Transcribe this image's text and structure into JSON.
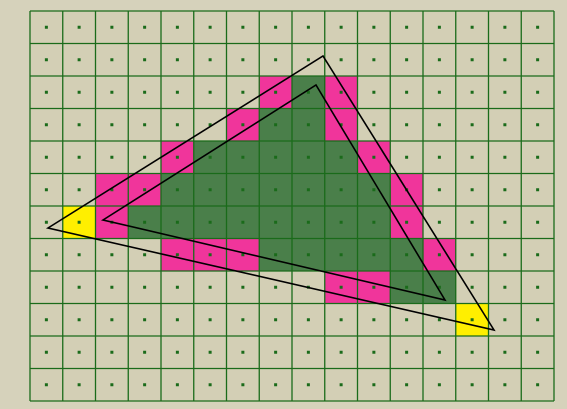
{
  "grid": {
    "cols": 16,
    "rows": 12,
    "colors": {
      "background": "#d6d2bb",
      "cell": "#d3cfb5",
      "grid_line": "#1a6b1a",
      "center_dot": "#1a6b1a",
      "interior": "#4a7f4a",
      "boundary": "#f0359b",
      "corner": "#ffef00",
      "outline": "#000000"
    },
    "cells": [
      {
        "col": 7,
        "row": 2,
        "state": "boundary"
      },
      {
        "col": 8,
        "row": 2,
        "state": "interior"
      },
      {
        "col": 9,
        "row": 2,
        "state": "boundary"
      },
      {
        "col": 6,
        "row": 3,
        "state": "boundary"
      },
      {
        "col": 7,
        "row": 3,
        "state": "interior"
      },
      {
        "col": 8,
        "row": 3,
        "state": "interior"
      },
      {
        "col": 9,
        "row": 3,
        "state": "boundary"
      },
      {
        "col": 4,
        "row": 4,
        "state": "boundary"
      },
      {
        "col": 5,
        "row": 4,
        "state": "interior"
      },
      {
        "col": 6,
        "row": 4,
        "state": "interior"
      },
      {
        "col": 7,
        "row": 4,
        "state": "interior"
      },
      {
        "col": 8,
        "row": 4,
        "state": "interior"
      },
      {
        "col": 9,
        "row": 4,
        "state": "interior"
      },
      {
        "col": 10,
        "row": 4,
        "state": "boundary"
      },
      {
        "col": 2,
        "row": 5,
        "state": "boundary"
      },
      {
        "col": 3,
        "row": 5,
        "state": "boundary"
      },
      {
        "col": 4,
        "row": 5,
        "state": "interior"
      },
      {
        "col": 5,
        "row": 5,
        "state": "interior"
      },
      {
        "col": 6,
        "row": 5,
        "state": "interior"
      },
      {
        "col": 7,
        "row": 5,
        "state": "interior"
      },
      {
        "col": 8,
        "row": 5,
        "state": "interior"
      },
      {
        "col": 9,
        "row": 5,
        "state": "interior"
      },
      {
        "col": 10,
        "row": 5,
        "state": "interior"
      },
      {
        "col": 11,
        "row": 5,
        "state": "boundary"
      },
      {
        "col": 1,
        "row": 6,
        "state": "corner"
      },
      {
        "col": 2,
        "row": 6,
        "state": "boundary"
      },
      {
        "col": 3,
        "row": 6,
        "state": "interior"
      },
      {
        "col": 4,
        "row": 6,
        "state": "interior"
      },
      {
        "col": 5,
        "row": 6,
        "state": "interior"
      },
      {
        "col": 6,
        "row": 6,
        "state": "interior"
      },
      {
        "col": 7,
        "row": 6,
        "state": "interior"
      },
      {
        "col": 8,
        "row": 6,
        "state": "interior"
      },
      {
        "col": 9,
        "row": 6,
        "state": "interior"
      },
      {
        "col": 10,
        "row": 6,
        "state": "interior"
      },
      {
        "col": 11,
        "row": 6,
        "state": "boundary"
      },
      {
        "col": 4,
        "row": 7,
        "state": "boundary"
      },
      {
        "col": 5,
        "row": 7,
        "state": "boundary"
      },
      {
        "col": 6,
        "row": 7,
        "state": "boundary"
      },
      {
        "col": 7,
        "row": 7,
        "state": "interior"
      },
      {
        "col": 8,
        "row": 7,
        "state": "interior"
      },
      {
        "col": 9,
        "row": 7,
        "state": "interior"
      },
      {
        "col": 10,
        "row": 7,
        "state": "interior"
      },
      {
        "col": 11,
        "row": 7,
        "state": "interior"
      },
      {
        "col": 12,
        "row": 7,
        "state": "boundary"
      },
      {
        "col": 9,
        "row": 8,
        "state": "boundary"
      },
      {
        "col": 10,
        "row": 8,
        "state": "boundary"
      },
      {
        "col": 11,
        "row": 8,
        "state": "interior"
      },
      {
        "col": 12,
        "row": 8,
        "state": "interior"
      },
      {
        "col": 13,
        "row": 9,
        "state": "corner"
      }
    ]
  }
}
